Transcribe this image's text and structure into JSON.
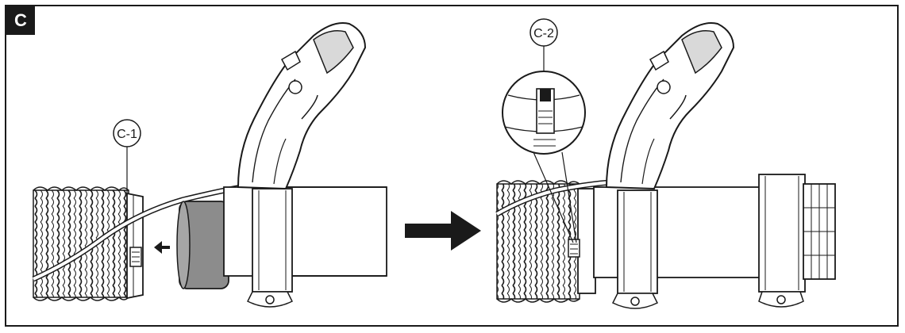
{
  "figure": {
    "step_label": "C",
    "callouts": {
      "c1": "C-1",
      "c2": "C-2"
    },
    "colors": {
      "line": "#1a1a1a",
      "shade": "#8c8c8c",
      "light_shade": "#d9d9d9",
      "background": "#ffffff"
    }
  }
}
